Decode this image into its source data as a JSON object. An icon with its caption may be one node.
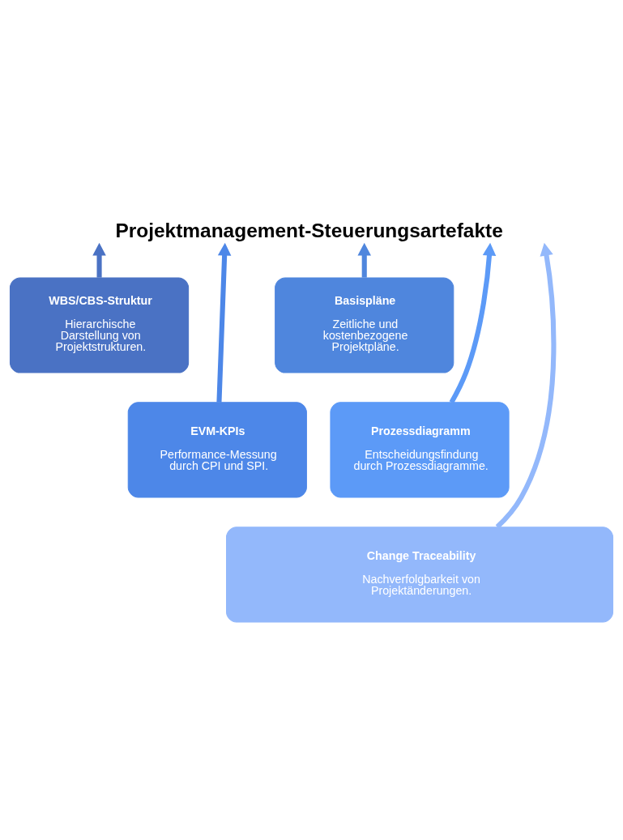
{
  "diagram": {
    "title": "Projektmanagement-Steuerungsartefakte",
    "nodes": [
      {
        "text": [
          "WBS/CBS-Struktur",
          "Hierarchische Darstellung von Projektstrukturen."
        ]
      },
      {
        "text": [
          "Basispläne",
          "Zeitliche und kostenbezogene Projektpläne."
        ]
      },
      {
        "text": [
          "EVM-KPIs",
          "Performance-Messung durch CPI und SPI."
        ]
      },
      {
        "text": [
          "Prozessdiagramm",
          "Entscheidungsfindung durch Prozessdiagramme."
        ]
      },
      {
        "text": [
          "Change Traceability",
          "Nachverfolgbarkeit von Projektänderungen."
        ]
      }
    ],
    "edges": [
      {
        "from": 2,
        "to": null,
        "arrow": "to",
        "color": "#4d87e8"
      },
      {
        "from": 0,
        "to": null,
        "arrow": "to",
        "color": "#4a72c4"
      },
      {
        "from": 4,
        "to": null,
        "arrow": "to",
        "color": "#93b8fb"
      },
      {
        "from": 3,
        "to": null,
        "arrow": "to",
        "color": "#5c9af7"
      },
      {
        "from": 1,
        "to": null,
        "arrow": "to",
        "color": "#4f86dd"
      }
    ]
  }
}
